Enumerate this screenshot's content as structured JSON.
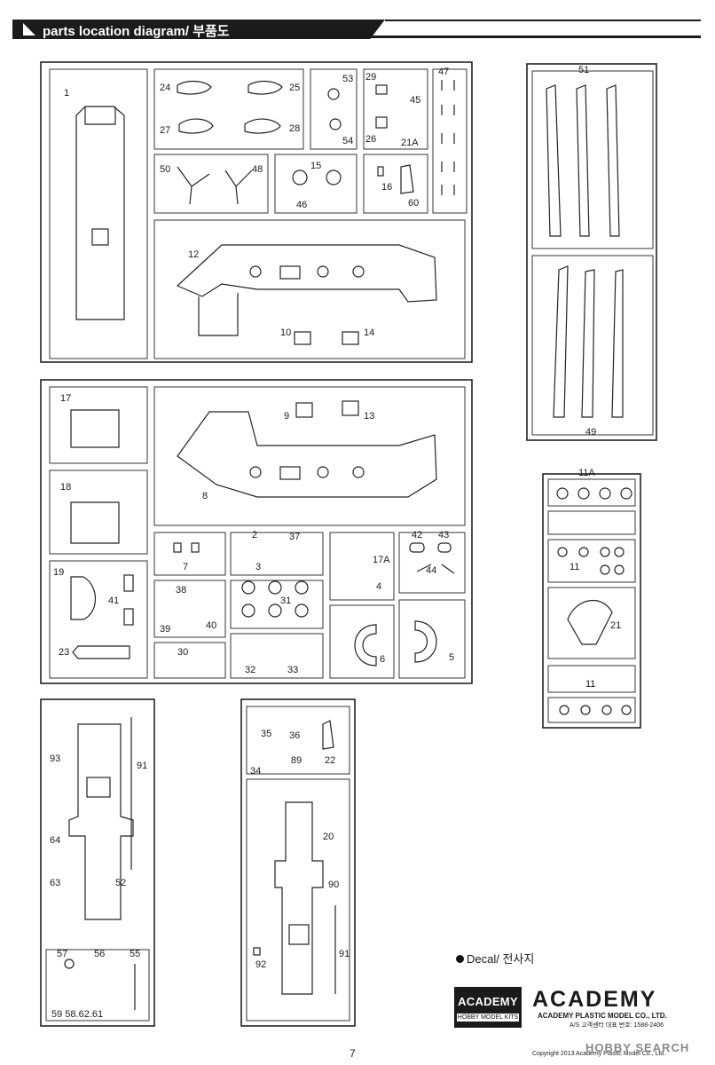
{
  "header": {
    "title": "parts location diagram/ 부품도"
  },
  "labels": {
    "p1": "1",
    "p24": "24",
    "p25": "25",
    "p27": "27",
    "p28": "28",
    "p53": "53",
    "p54": "54",
    "p29": "29",
    "p45": "45",
    "p26": "26",
    "p21a": "21A",
    "p47": "47",
    "p50": "50",
    "p48": "48",
    "p15": "15",
    "p46": "46",
    "p16": "16",
    "p60": "60",
    "p12": "12",
    "p10": "10",
    "p14": "14",
    "p51": "51",
    "p49": "49",
    "p17": "17",
    "p9": "9",
    "p13": "13",
    "p18": "18",
    "p8": "8",
    "p11a": "11A",
    "p7": "7",
    "p2": "2",
    "p3": "3",
    "p37": "37",
    "p17a": "17A",
    "p42": "42",
    "p43": "43",
    "p44": "44",
    "p19": "19",
    "p41": "41",
    "p4": "4",
    "p38": "38",
    "p31": "31",
    "p11": "11",
    "p39": "39",
    "p40": "40",
    "p23": "23",
    "p21": "21",
    "p30": "30",
    "p32": "32",
    "p33": "33",
    "p6": "6",
    "p5": "5",
    "p11b": "11",
    "p93": "93",
    "p91": "91",
    "p35": "35",
    "p36": "36",
    "p34": "34",
    "p89": "89",
    "p22": "22",
    "p64": "64",
    "p63": "63",
    "p52": "52",
    "p20": "20",
    "p90": "90",
    "p91b": "91",
    "p92": "92",
    "p57": "57",
    "p56": "56",
    "p55": "55",
    "p59s": "59 58.62.61"
  },
  "decal": {
    "text": "Decal/ 전사지"
  },
  "logo": {
    "box_title": "ACADEMY",
    "box_sub": "HOBBY MODEL KITS",
    "brand": "ACADEMY",
    "company": "ACADEMY PLASTIC MODEL CO., LTD.",
    "as_line": "A/S 고객센터 대표 번호: 1588-2406"
  },
  "footer": {
    "page": "7",
    "copyright": "Copyright 2013 Academy Plastic Model Co., Ltd.",
    "watermark": "HOBBY SEARCH"
  }
}
